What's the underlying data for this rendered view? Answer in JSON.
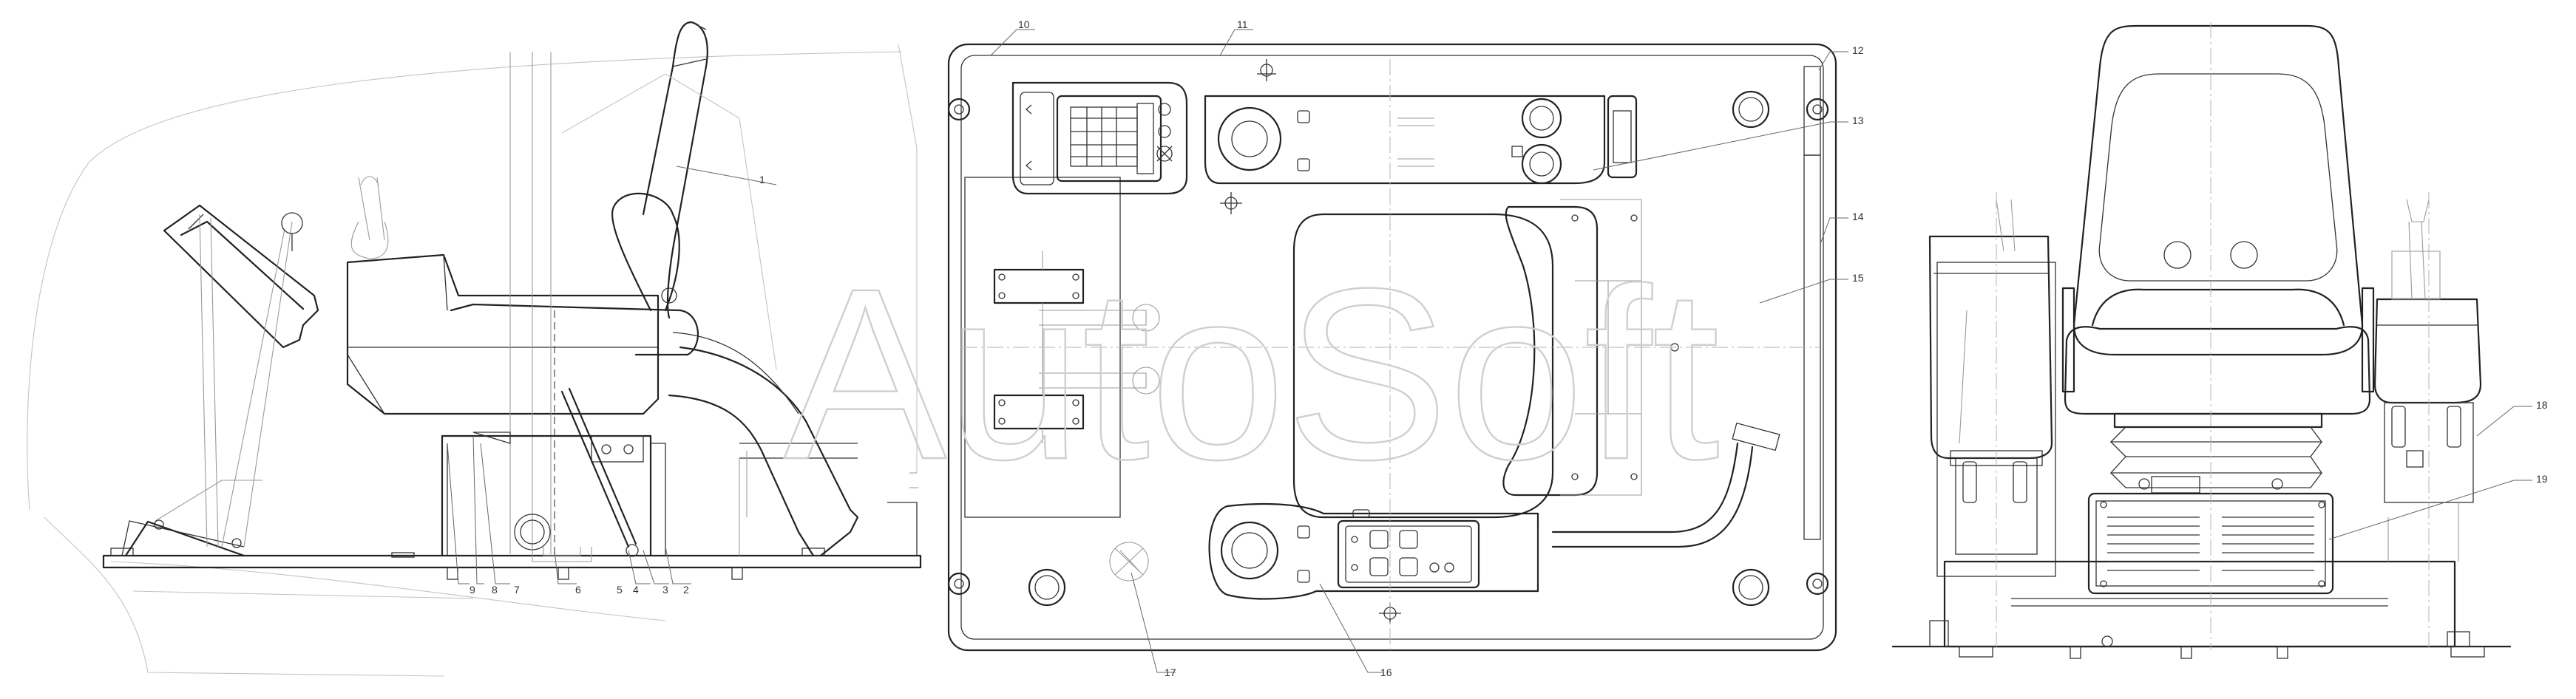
{
  "watermark": "AutoSoft",
  "callouts": [
    {
      "id": "1",
      "label": "1"
    },
    {
      "id": "2",
      "label": "2"
    },
    {
      "id": "3",
      "label": "3"
    },
    {
      "id": "4",
      "label": "4"
    },
    {
      "id": "5",
      "label": "5"
    },
    {
      "id": "6",
      "label": "6"
    },
    {
      "id": "7",
      "label": "7"
    },
    {
      "id": "8",
      "label": "8"
    },
    {
      "id": "9",
      "label": "9"
    },
    {
      "id": "10",
      "label": "10"
    },
    {
      "id": "11",
      "label": "11"
    },
    {
      "id": "12",
      "label": "12"
    },
    {
      "id": "13",
      "label": "13"
    },
    {
      "id": "14",
      "label": "14"
    },
    {
      "id": "15",
      "label": "15"
    },
    {
      "id": "16",
      "label": "16"
    },
    {
      "id": "17",
      "label": "17"
    },
    {
      "id": "18",
      "label": "18"
    },
    {
      "id": "19",
      "label": "19"
    }
  ],
  "colors": {
    "line": "#222222",
    "thin": "#9a9a9a",
    "ghost": "#c4c4c4",
    "watermark": "#cfcfcf"
  }
}
